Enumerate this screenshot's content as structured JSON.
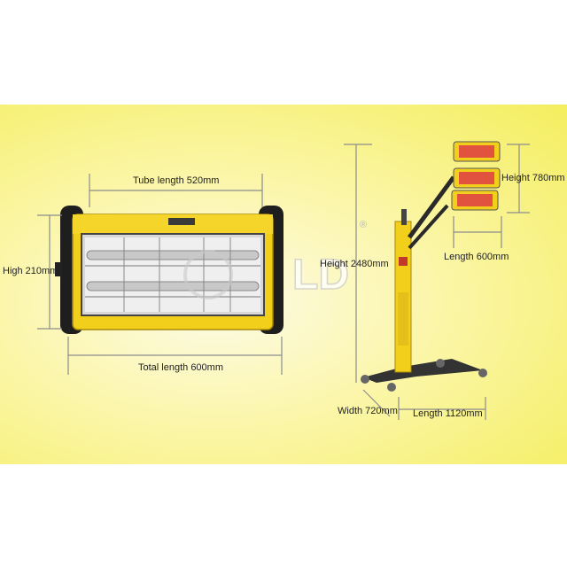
{
  "labels": {
    "tube_length": "Tube length 520mm",
    "high": "High  210mm",
    "total_length": "Total length  600mm",
    "height_total": "Height  2480mm",
    "height_head": "Height  780mm",
    "length_arm": "Length 600mm",
    "width_base": "Width 720mm",
    "length_base": "Length 1120mm"
  },
  "watermark": {
    "text": "LD",
    "registered": "®"
  },
  "colors": {
    "band": "#f4ee5e",
    "lamp_yellow": "#f2cf1a",
    "lamp_black": "#1e1e1e",
    "tube_red": "#e2533f",
    "dimension_line": "#8c8c8c"
  }
}
